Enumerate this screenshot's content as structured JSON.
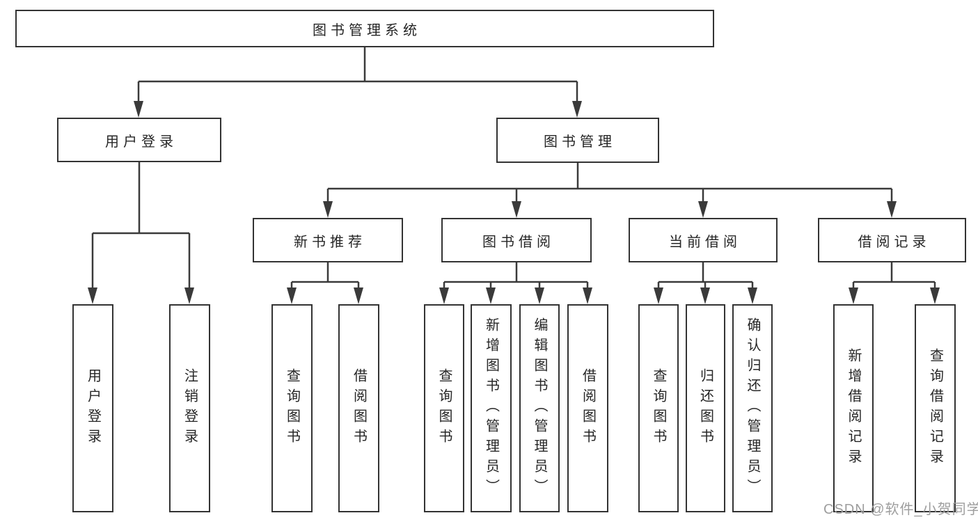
{
  "nodes": {
    "root": "图书管理系统",
    "user_login": "用户登录",
    "book_mgmt": "图书管理",
    "new_book": "新书推荐",
    "book_borrow": "图书借阅",
    "current_borrow": "当前借阅",
    "borrow_record": "借阅记录"
  },
  "leaves": {
    "user_login": [
      "用户登录",
      "注销登录"
    ],
    "new_book": [
      "查询图书",
      "借阅图书"
    ],
    "book_borrow": [
      "查询图书",
      "新增图书（管理员）",
      "编辑图书（管理员）",
      "借阅图书"
    ],
    "current_borrow": [
      "查询图书",
      "归还图书",
      "确认归还（管理员）"
    ],
    "borrow_record": [
      "新增借阅记录",
      "查询借阅记录"
    ]
  },
  "watermark": "CSDN @软件_小贺同学",
  "colors": {
    "line": "#3a3a3a",
    "box_border": "#333333",
    "text": "#262626",
    "watermark": "#9e9e9e",
    "background": "#ffffff"
  }
}
